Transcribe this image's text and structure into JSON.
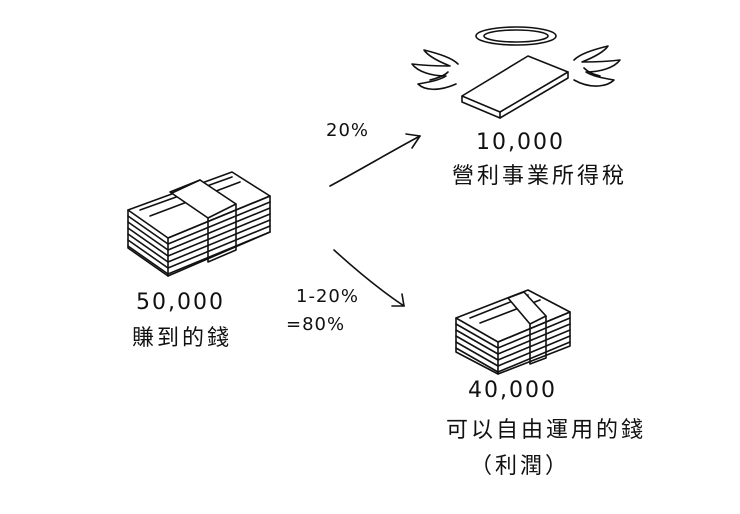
{
  "source": {
    "amount": "50,000",
    "label": "賺到的錢"
  },
  "tax": {
    "rate": "20%",
    "amount": "10,000",
    "label": "營利事業所得稅"
  },
  "profit": {
    "rate_line1": "1-20%",
    "rate_line2": "=80%",
    "amount": "40,000",
    "label_line1": "可以自由運用的錢",
    "label_line2": "（利潤）"
  }
}
